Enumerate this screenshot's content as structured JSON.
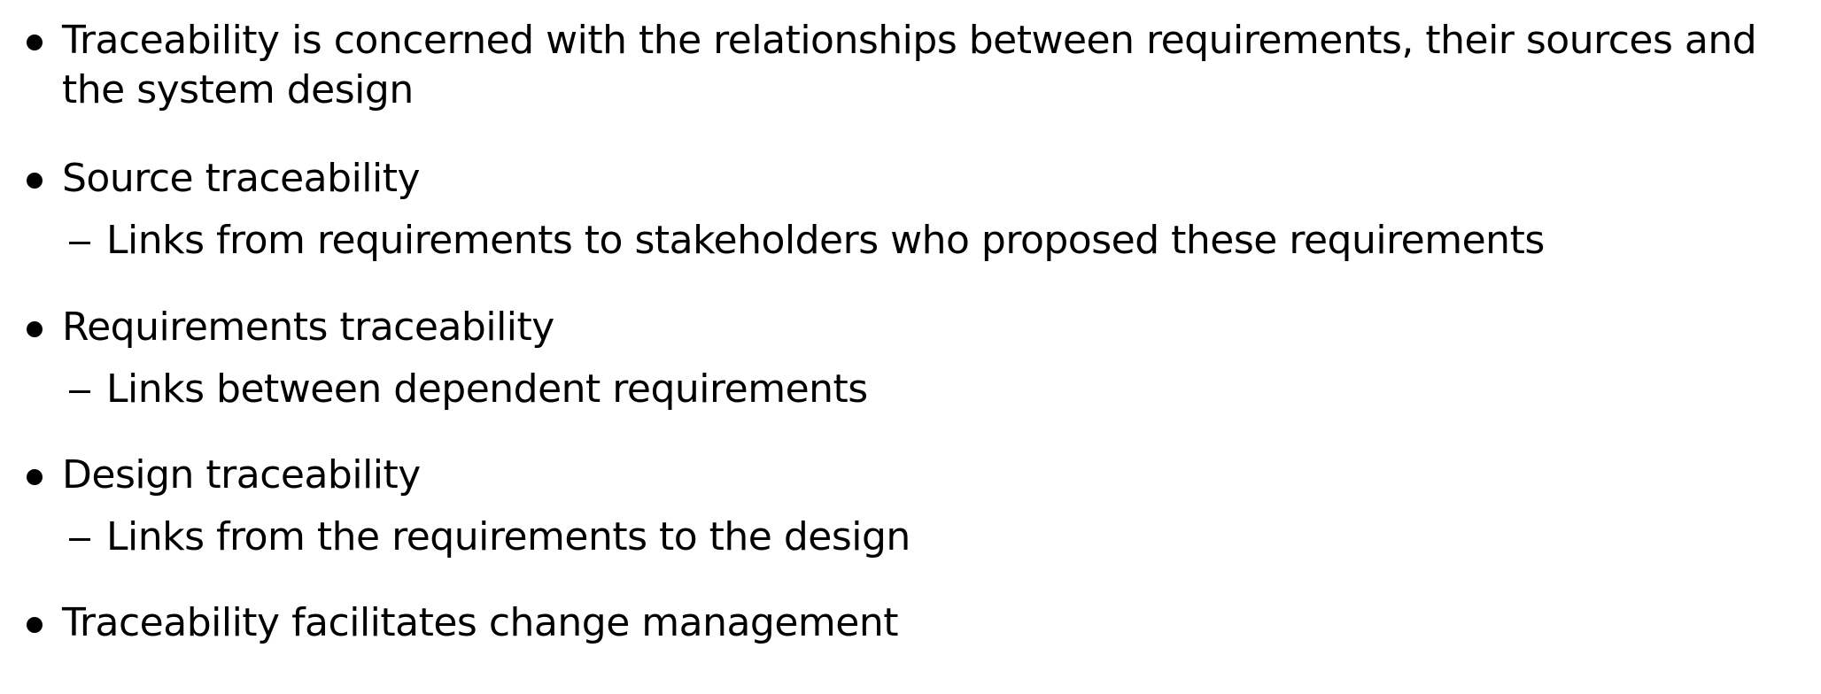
{
  "slide": {
    "bullets": [
      {
        "text": "Traceability is concerned with the relationships between requirements, their sources and the system design"
      },
      {
        "text": "Source traceability",
        "sub": "Links from requirements to stakeholders who proposed these requirements"
      },
      {
        "text": "Requirements traceability",
        "sub": "Links between dependent requirements"
      },
      {
        "text": "Design traceability",
        "sub": "Links from the requirements to the design"
      },
      {
        "text": "Traceability facilitates change management"
      }
    ]
  }
}
